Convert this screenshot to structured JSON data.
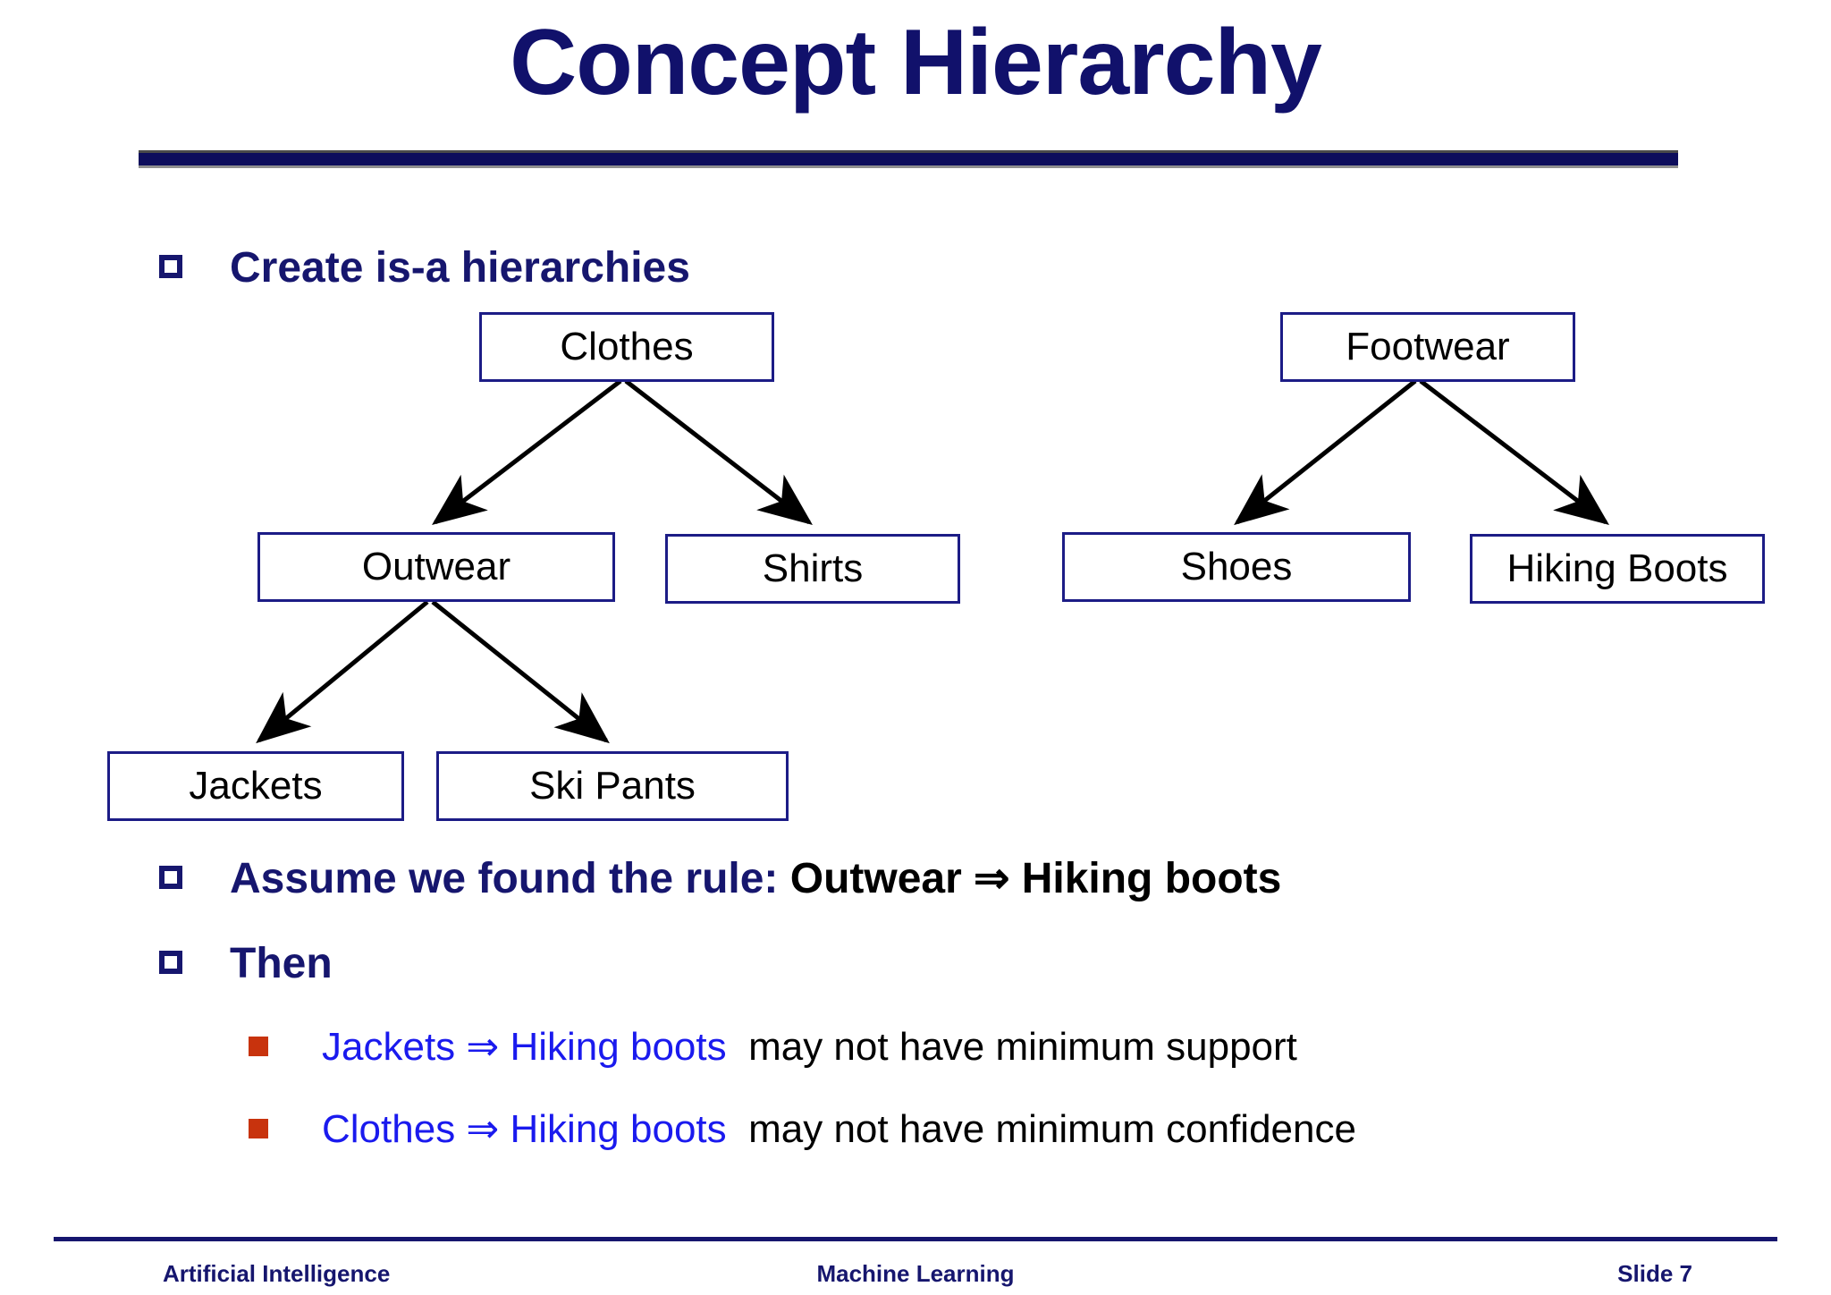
{
  "title": "Concept Hierarchy",
  "bullets": {
    "create": "Create is-a hierarchies",
    "assume_prefix": "Assume we found the rule:",
    "assume_rule": "Outwear ⇒ Hiking boots",
    "then": "Then"
  },
  "sub_bullets": [
    {
      "rule": "Jackets ⇒ Hiking boots",
      "note": "may not have minimum support"
    },
    {
      "rule": "Clothes ⇒ Hiking boots",
      "note": "may not have minimum confidence"
    }
  ],
  "diagram": {
    "nodes": [
      {
        "id": "clothes",
        "label": "Clothes"
      },
      {
        "id": "outwear",
        "label": "Outwear"
      },
      {
        "id": "shirts",
        "label": "Shirts"
      },
      {
        "id": "jackets",
        "label": "Jackets"
      },
      {
        "id": "ski-pants",
        "label": "Ski Pants"
      },
      {
        "id": "footwear",
        "label": "Footwear"
      },
      {
        "id": "shoes",
        "label": "Shoes"
      },
      {
        "id": "hiking-boots",
        "label": "Hiking Boots"
      }
    ],
    "edges": [
      {
        "from": "clothes",
        "to": "outwear"
      },
      {
        "from": "clothes",
        "to": "shirts"
      },
      {
        "from": "outwear",
        "to": "jackets"
      },
      {
        "from": "outwear",
        "to": "ski-pants"
      },
      {
        "from": "footwear",
        "to": "shoes"
      },
      {
        "from": "footwear",
        "to": "hiking-boots"
      }
    ]
  },
  "footer": {
    "left": "Artificial Intelligence",
    "center": "Machine Learning",
    "right": "Slide 7"
  },
  "colors": {
    "navy": "#16166e",
    "box_border": "#1c1c86",
    "rule_bar": "#0d0d5c",
    "blue_text": "#1a1aee",
    "orange_bullet": "#c8330d",
    "black": "#000000",
    "background": "#ffffff"
  },
  "icons": {
    "level1_bullet": "hollow-square-bullet-icon",
    "level2_bullet": "filled-square-bullet-icon",
    "implication": "double-right-arrow-icon"
  }
}
